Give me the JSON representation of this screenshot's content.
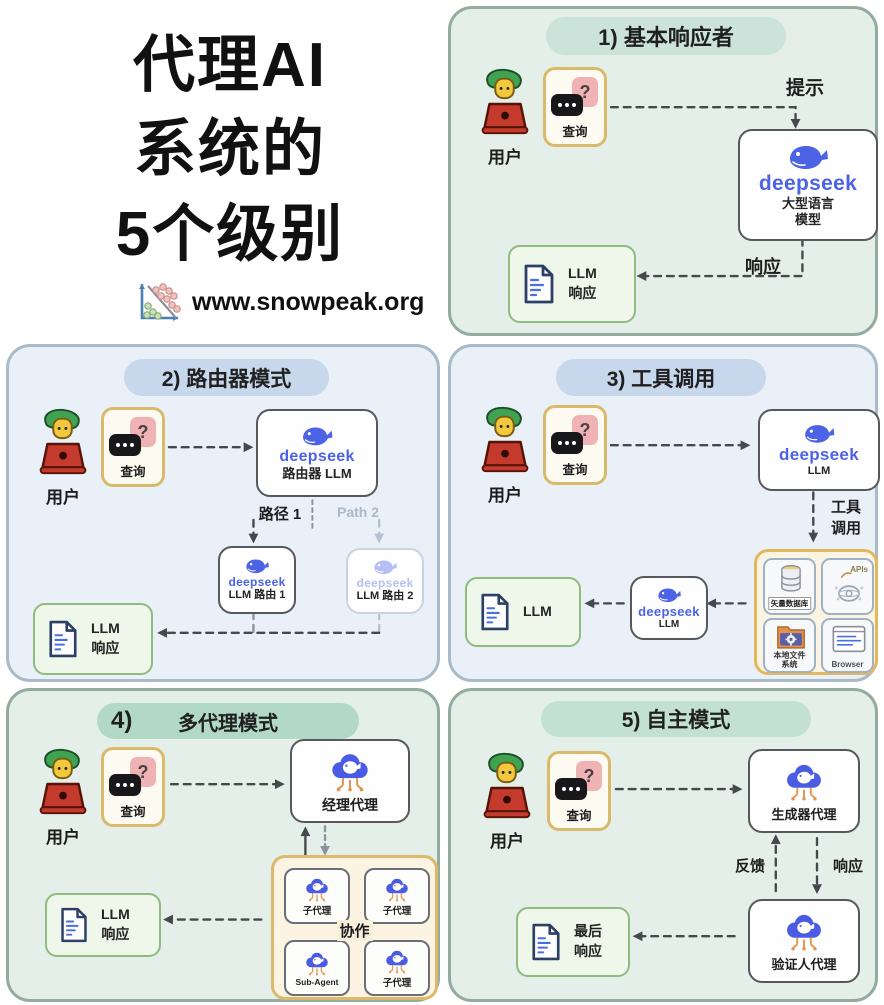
{
  "header": {
    "title_line1": "代理AI",
    "title_line2": "系统的",
    "title_line3": "5个级别",
    "website": "www.snowpeak.org"
  },
  "brand": {
    "deepseek_blue": "#4d63e6",
    "panel_green_bg": "#e4efe9",
    "panel_green_border": "#93ac9e",
    "panel_blue_bg": "#eaf0f7",
    "panel_blue_border": "#a9bac9",
    "accent_gold": "#e0b65e"
  },
  "panel1": {
    "title": "1) 基本响应者",
    "user_label": "用户",
    "query_label": "查询",
    "question_mark": "?",
    "prompt_arrow_label": "提示",
    "deepseek_wordmark": "deepseek",
    "model_line1": "大型语言",
    "model_line2": "模型",
    "response_arrow_label": "响应",
    "response_line1": "LLM",
    "response_line2": "响应"
  },
  "panel2": {
    "title": "2) 路由器模式",
    "user_label": "用户",
    "query_label": "查询",
    "question_mark": "?",
    "router_wordmark": "deepseek",
    "router_label": "路由器 LLM",
    "path1_label": "路径 1",
    "path2_label": "Path 2",
    "route1_wordmark": "deepseek",
    "route1_label": "LLM 路由 1",
    "route2_wordmark": "deepseek",
    "route2_label": "LLM 路由 2",
    "response_line1": "LLM",
    "response_line2": "响应"
  },
  "panel3": {
    "title": "3) 工具调用",
    "user_label": "用户",
    "query_label": "查询",
    "question_mark": "?",
    "llm_wordmark": "deepseek",
    "llm_label": "LLM",
    "tool_call_line1": "工具",
    "tool_call_line2": "调用",
    "tool_vector_db": "矢量数据库",
    "tool_apis": "APIs",
    "tool_fs_line1": "本地文件",
    "tool_fs_line2": "系统",
    "tool_browser": "Browser",
    "llm2_wordmark": "deepseek",
    "llm2_label": "LLM",
    "response_line1": "LLM",
    "response_line2": "响应"
  },
  "panel4": {
    "title_num": "4)",
    "title_text": "多代理模式",
    "user_label": "用户",
    "query_label": "查询",
    "question_mark": "?",
    "manager_label": "经理代理",
    "collaboration_label": "协作",
    "subagent_tl": "子代理",
    "subagent_tr": "子代理",
    "subagent_bl": "Sub-Agent",
    "subagent_br": "子代理",
    "response_line1": "LLM",
    "response_line2": "响应"
  },
  "panel5": {
    "title": "5) 自主模式",
    "user_label": "用户",
    "query_label": "查询",
    "question_mark": "?",
    "generator_label": "生成器代理",
    "feedback_arrow_label": "反馈",
    "response_arrow_label": "响应",
    "validator_label": "验证人代理",
    "final_line1": "最后",
    "final_line2": "响应"
  }
}
